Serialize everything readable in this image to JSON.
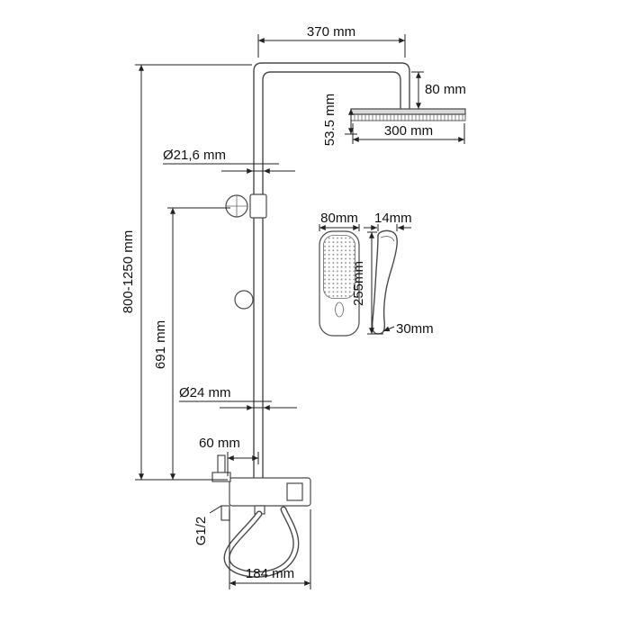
{
  "drawing": {
    "type": "shower-system-dimension-diagram",
    "colors": {
      "line": "#4a4a4a",
      "dimension": "#222222",
      "text": "#111111",
      "head_fill": "#d9d9d9",
      "background": "#ffffff"
    },
    "labels": {
      "top_width": "370 mm",
      "arm_to_head": "80 mm",
      "head_depth": "53.5 mm",
      "head_width": "300 mm",
      "upper_pipe_diameter": "Ø21,6 mm",
      "overall_height": "800-1250 mm",
      "bracket_height": "691 mm",
      "hand_width": "80mm",
      "hand_thickness": "14mm",
      "hand_length": "255mm",
      "hand_bottom": "30mm",
      "lower_pipe_diameter": "Ø24 mm",
      "offset": "60 mm",
      "thread": "G1/2",
      "mixer_width": "184 mm"
    }
  }
}
